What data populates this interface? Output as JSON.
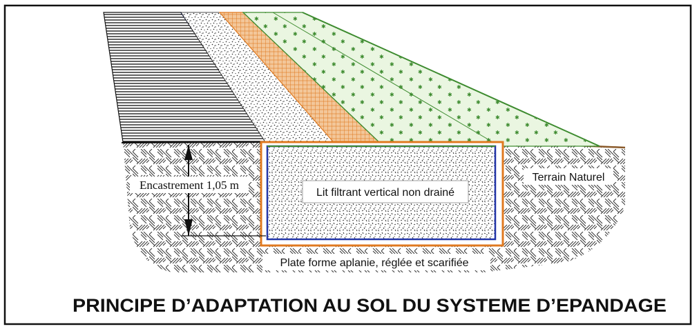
{
  "diagram": {
    "title": "PRINCIPE D’ADAPTATION AU SOL DU SYSTEME D’EPANDAGE",
    "labels": {
      "depth": "Encastrement 1,05 m",
      "filter_bed": "Lit filtrant vertical non drainé",
      "natural_ground": "Terrain Naturel",
      "platform": "Plate forme aplanie, réglée et scarifiée"
    }
  },
  "colors": {
    "frame": "#111111",
    "hatch": "#333333",
    "sand_dots": "#222222",
    "orange_layer": "#f3c79a",
    "orange_line": "#e07a20",
    "green_layer": "#dff2d3",
    "green_line": "#3d8b2f",
    "blue_line": "#2235a8"
  }
}
